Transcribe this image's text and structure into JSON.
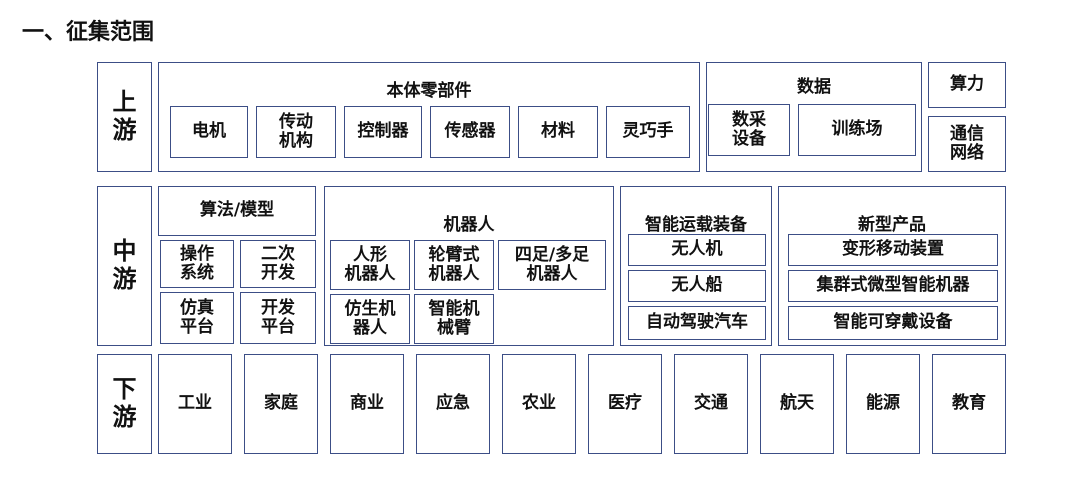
{
  "heading": "一、征集范围",
  "upstream": {
    "label": "上\n游",
    "body_parts": {
      "title": "本体零部件",
      "items": [
        "电机",
        "传动\n机构",
        "控制器",
        "传感器",
        "材料",
        "灵巧手"
      ]
    },
    "data": {
      "title": "数据",
      "items": [
        "数采\n设备",
        "训练场"
      ]
    },
    "compute": {
      "title": "算力",
      "network": "通信\n网络"
    }
  },
  "midstream": {
    "label": "中\n游",
    "algorithm": {
      "title": "算法/模型",
      "items": [
        "操作\n系统",
        "二次\n开发",
        "仿真\n平台",
        "开发\n平台"
      ]
    },
    "robot": {
      "title": "机器人",
      "items": [
        "人形\n机器人",
        "轮臂式\n机器人",
        "四足/多足\n机器人",
        "仿生机\n器人",
        "智能机\n械臂"
      ]
    },
    "transport": {
      "title": "智能运载装备",
      "items": [
        "无人机",
        "无人船",
        "自动驾驶汽车"
      ]
    },
    "new_products": {
      "title": "新型产品",
      "items": [
        "变形移动装置",
        "集群式微型智能机器",
        "智能可穿戴设备"
      ]
    }
  },
  "downstream": {
    "label": "下\n游",
    "items": [
      "工业",
      "家庭",
      "商业",
      "应急",
      "农业",
      "医疗",
      "交通",
      "航天",
      "能源",
      "教育"
    ]
  }
}
